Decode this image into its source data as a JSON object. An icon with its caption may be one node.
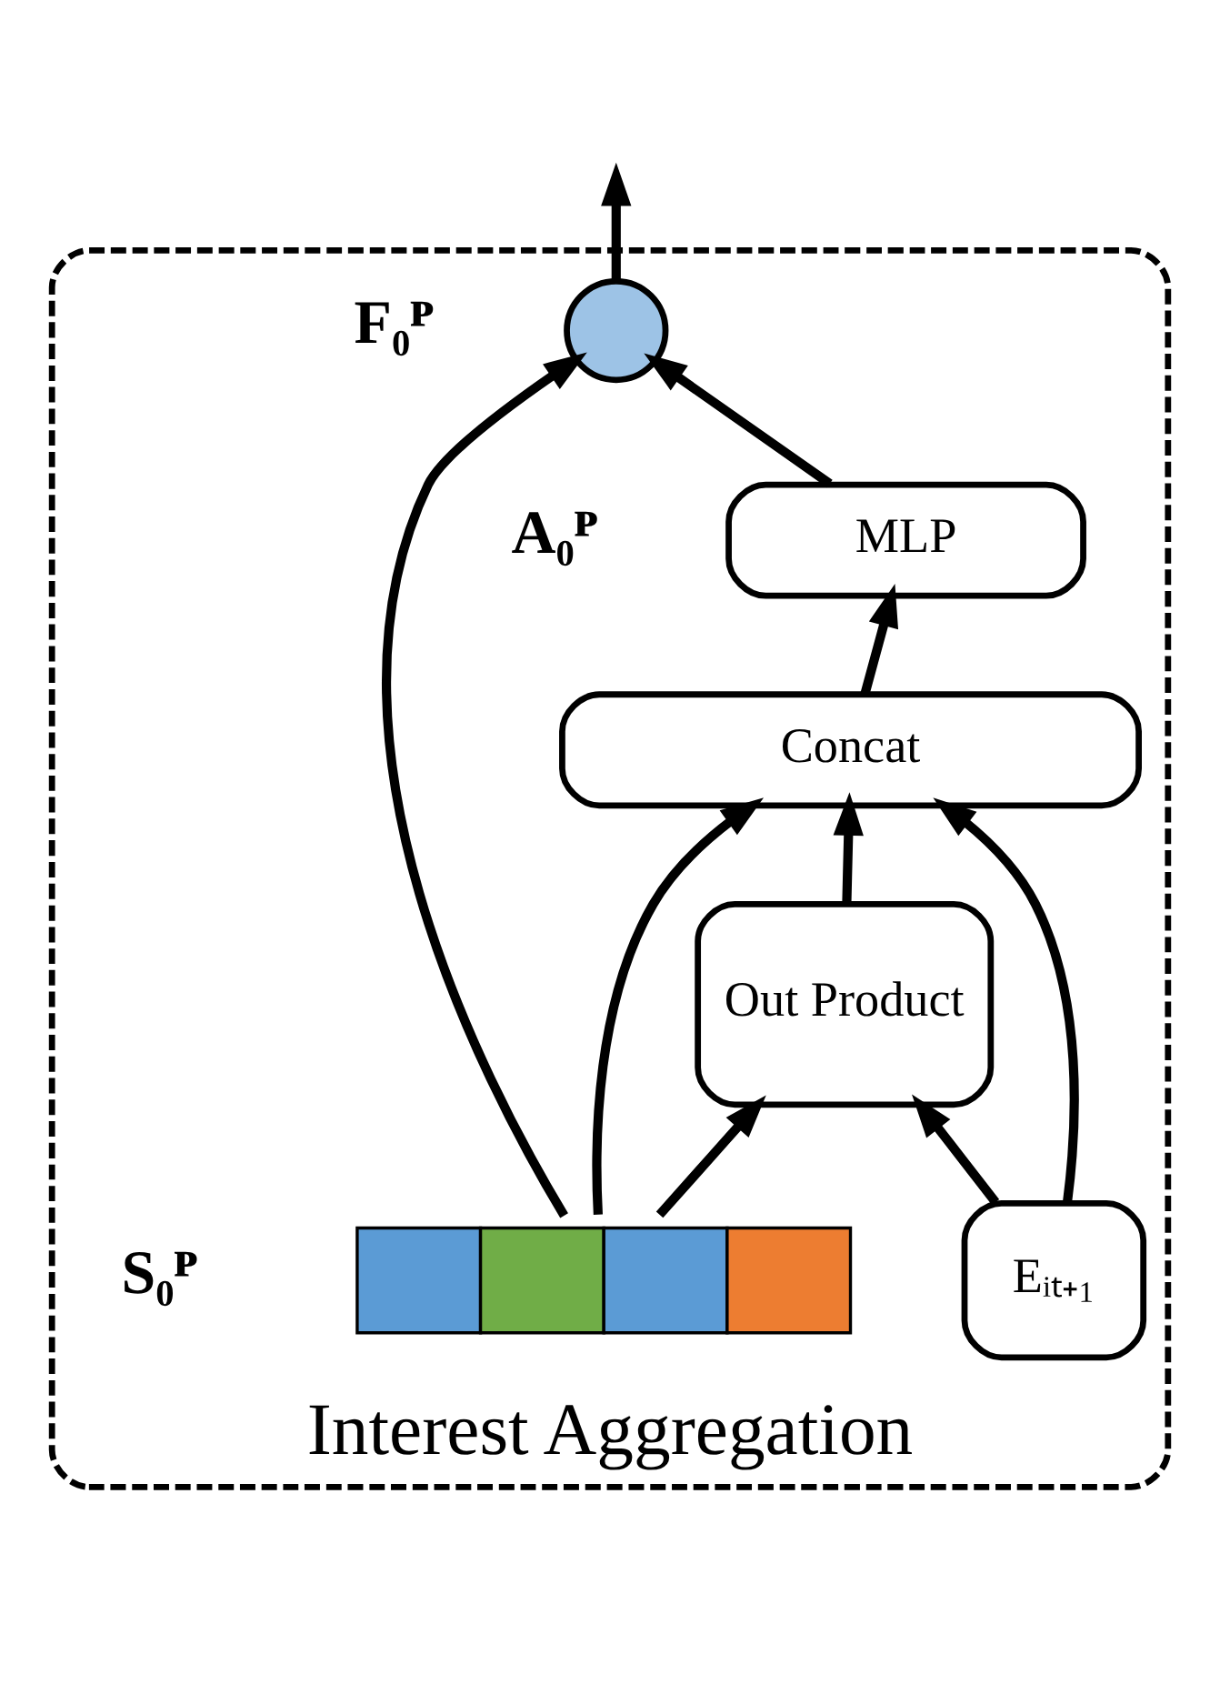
{
  "diagram": {
    "nodes": [
      {
        "text": [
          "Interest Aggregation"
        ]
      },
      {
        "text": [],
        "shape": "circle",
        "beside": [
          "F₀ᴾ"
        ],
        "in": 0
      },
      {
        "text": [
          "MLP"
        ],
        "beside": [
          "A₀ᴾ"
        ],
        "in": 0
      },
      {
        "text": [
          "Concat"
        ],
        "in": 0
      },
      {
        "text": [
          "Out Product"
        ],
        "in": 0
      },
      {
        "text": [],
        "shape": "bar",
        "beside": [
          "S₀ᴾ"
        ],
        "in": 0
      },
      {
        "text": [
          "Eᵢₜ₊₁"
        ],
        "in": 0
      }
    ],
    "edges": [
      {
        "from": 1,
        "to": null,
        "arrow": "to"
      },
      {
        "from": 2,
        "to": 1,
        "arrow": "to"
      },
      {
        "from": 5,
        "to": 1,
        "arrow": "to"
      },
      {
        "from": 3,
        "to": 2,
        "arrow": "to"
      },
      {
        "from": 5,
        "to": 3,
        "arrow": "to"
      },
      {
        "from": 4,
        "to": 3,
        "arrow": "to"
      },
      {
        "from": 6,
        "to": 3,
        "arrow": "to"
      },
      {
        "from": 5,
        "to": 4,
        "arrow": "to"
      },
      {
        "from": 6,
        "to": 4,
        "arrow": "to"
      }
    ]
  }
}
